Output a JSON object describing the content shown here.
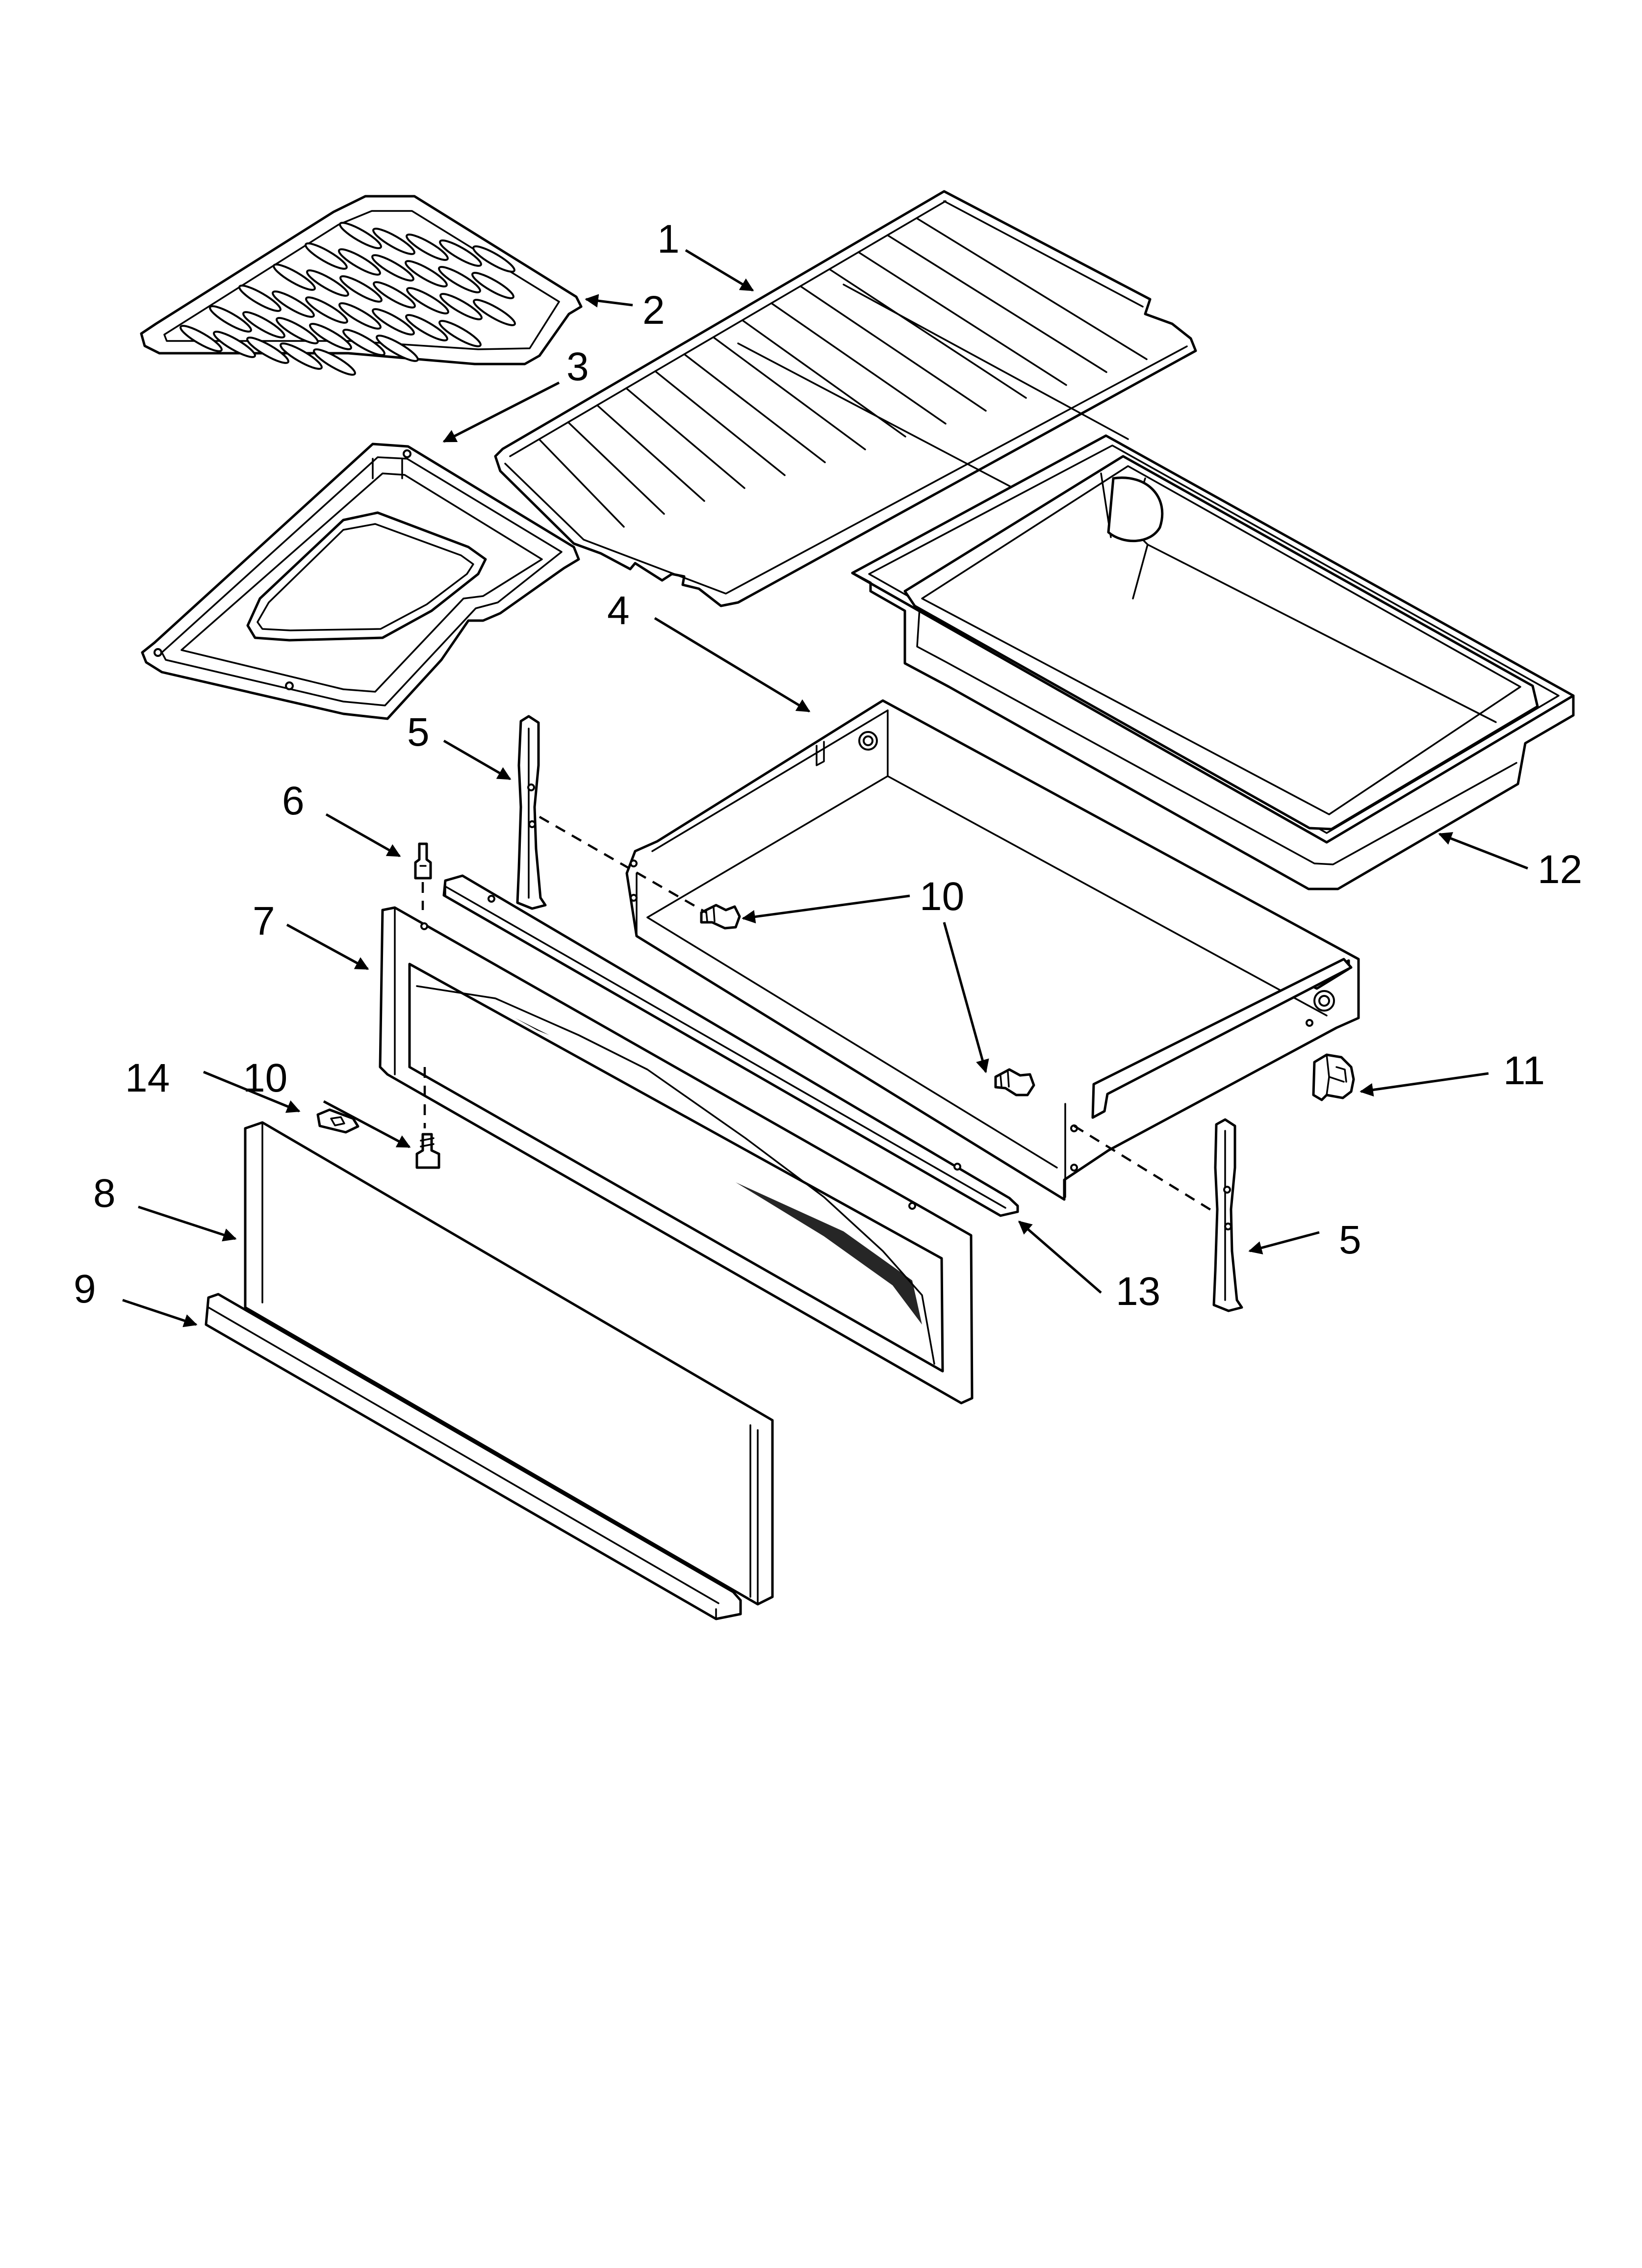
{
  "diagram": {
    "kind": "exploded-parts-view",
    "colors": {
      "line": "#000000",
      "background": "#ffffff"
    },
    "callouts": [
      {
        "id": "c1",
        "label": "1"
      },
      {
        "id": "c2",
        "label": "2"
      },
      {
        "id": "c3",
        "label": "3"
      },
      {
        "id": "c4",
        "label": "4"
      },
      {
        "id": "c5a",
        "label": "5"
      },
      {
        "id": "c5b",
        "label": "5"
      },
      {
        "id": "c6",
        "label": "6"
      },
      {
        "id": "c7",
        "label": "7"
      },
      {
        "id": "c8",
        "label": "8"
      },
      {
        "id": "c9",
        "label": "9"
      },
      {
        "id": "c10a",
        "label": "10"
      },
      {
        "id": "c10b",
        "label": "10"
      },
      {
        "id": "c11",
        "label": "11"
      },
      {
        "id": "c12",
        "label": "12"
      },
      {
        "id": "c13",
        "label": "13"
      },
      {
        "id": "c14",
        "label": "14"
      }
    ]
  }
}
